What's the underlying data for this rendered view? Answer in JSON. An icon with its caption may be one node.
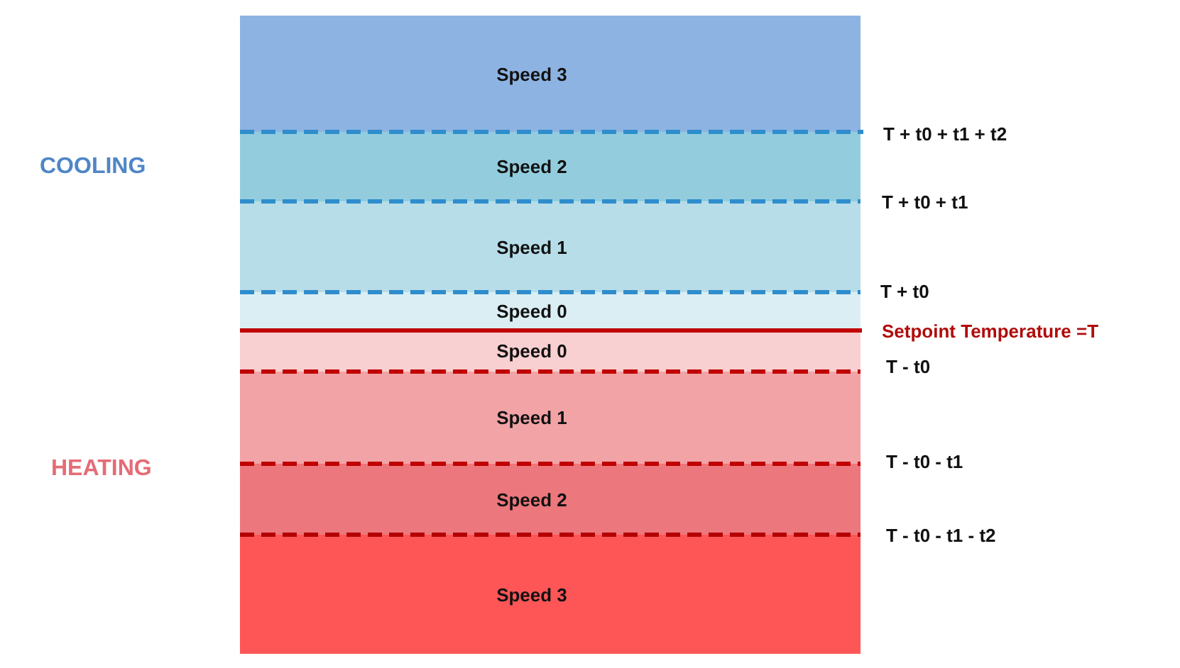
{
  "diagram": {
    "nodes": [
      {
        "text": [
          "Speed 3"
        ]
      },
      {
        "text": [
          "Speed 2"
        ]
      },
      {
        "text": [
          "Speed 1"
        ]
      },
      {
        "text": [
          "Speed 0"
        ]
      },
      {
        "text": [
          "Speed 0"
        ]
      },
      {
        "text": [
          "Speed 1"
        ]
      },
      {
        "text": [
          "Speed 2"
        ]
      },
      {
        "text": [
          "Speed 3"
        ]
      }
    ],
    "labels": [
      "T + t0 + t1 + t2",
      "COOLING",
      "T + t0 + t1",
      "T + t0",
      "Setpoint Temperature =T",
      "T - t0",
      "HEATING",
      "T - t0 - t1",
      "T - t0 - t1 - t2"
    ]
  }
}
